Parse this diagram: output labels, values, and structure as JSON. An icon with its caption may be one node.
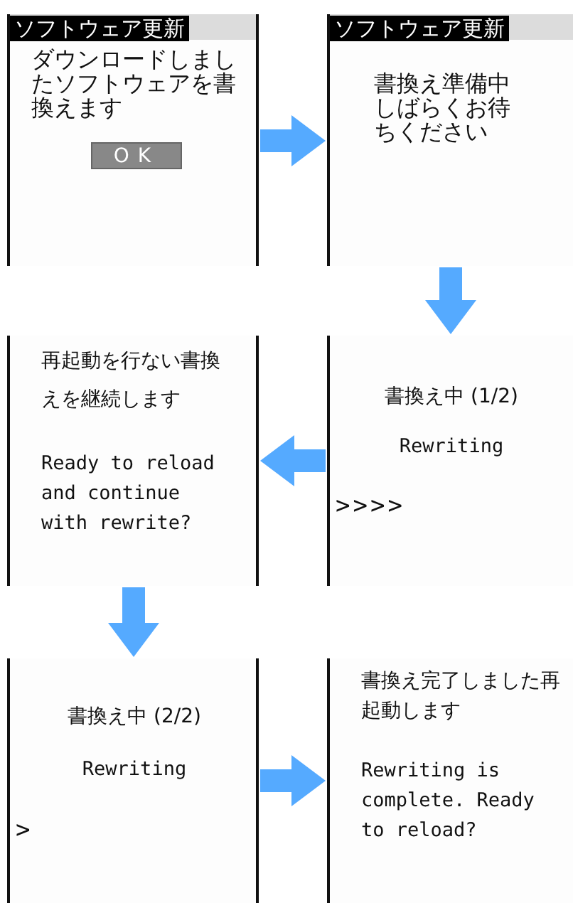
{
  "diagram": {
    "nodes": [
      {
        "text": [
          "ソフトウェア更新",
          "ダウンロードしましたソフトウェアを書換えます"
        ]
      },
      {
        "text": [
          "OK"
        ],
        "in": 0
      },
      {
        "text": [
          "ソフトウェア更新",
          "書換え準備中しばらくお待ちください"
        ]
      },
      {
        "text": [
          "再起動を行ない書換えを継続します",
          "Ready to reload and continue with rewrite?"
        ]
      },
      {
        "text": [
          "書換え中 (1/2)",
          "Rewriting",
          ">>>>"
        ]
      },
      {
        "text": [
          "書換え中 (2/2)",
          "Rewriting",
          ">"
        ]
      },
      {
        "text": [
          "書換え完了しました再起動します",
          "Rewriting is complete. Ready to reload?"
        ]
      }
    ],
    "edges": [
      {
        "from": 0,
        "to": 2,
        "arrow": "to"
      },
      {
        "from": 2,
        "to": 4,
        "arrow": "to"
      },
      {
        "from": 4,
        "to": 3,
        "arrow": "to"
      },
      {
        "from": 3,
        "to": 5,
        "arrow": "to"
      },
      {
        "from": 5,
        "to": 6,
        "arrow": "to"
      }
    ]
  }
}
